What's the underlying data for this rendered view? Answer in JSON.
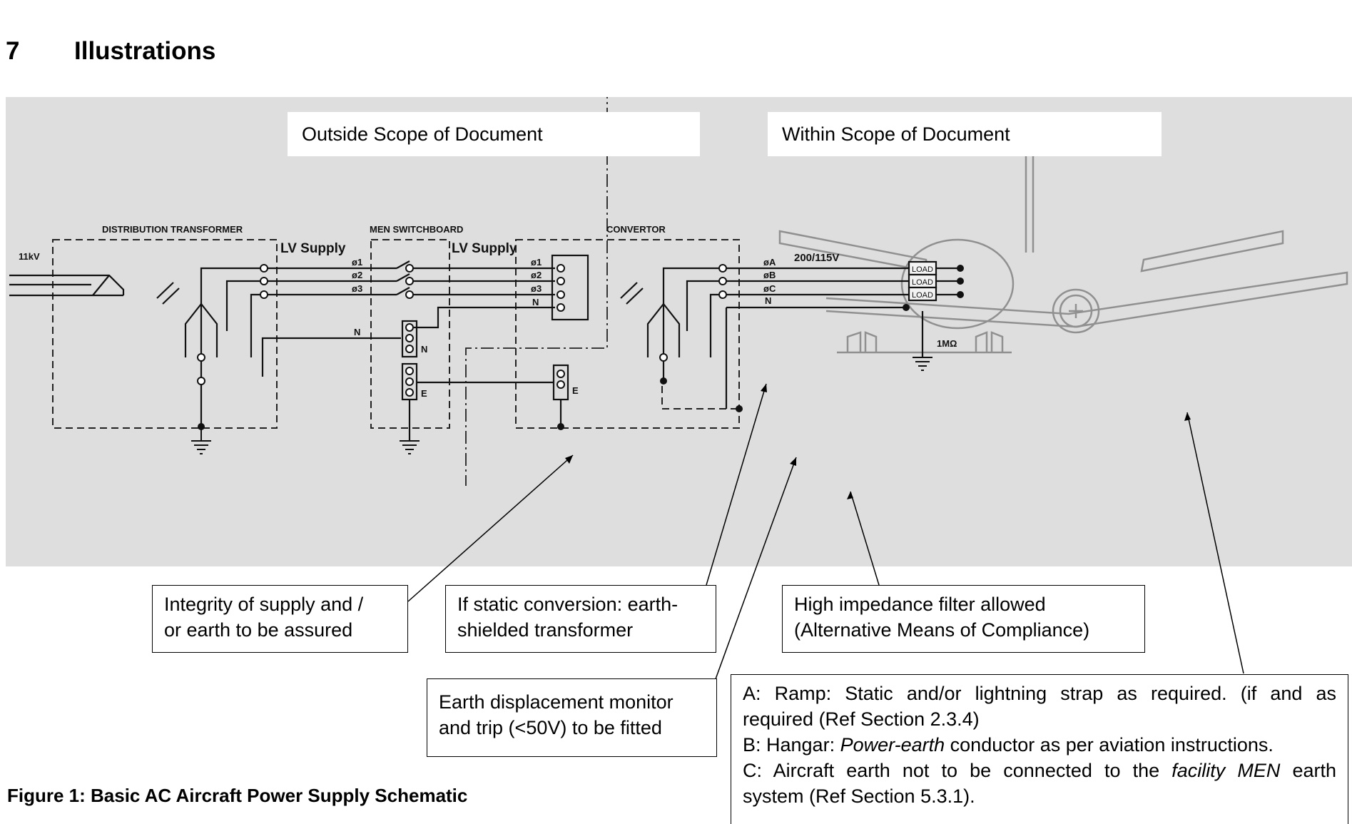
{
  "heading": {
    "number": "7",
    "title": "Illustrations"
  },
  "scope": {
    "outside": "Outside Scope of Document",
    "within": "Within Scope of Document"
  },
  "schematic": {
    "distribution_transformer": "DISTRIBUTION TRANSFORMER",
    "men_switchboard": "MEN SWITCHBOARD",
    "convertor": "CONVERTOR",
    "input_voltage": "11kV",
    "lv_supply_1": "LV Supply",
    "lv_supply_2": "LV Supply",
    "output_voltage": "200/115V",
    "phases_in": [
      "ø1",
      "ø2",
      "ø3"
    ],
    "phases_conv": [
      "ø1",
      "ø2",
      "ø3",
      "N"
    ],
    "phases_out": [
      "øA",
      "øB",
      "øC",
      "N"
    ],
    "neutral": "N",
    "men_neutral": "N",
    "men_earth": "E",
    "conv_earth": "E",
    "load": "LOAD",
    "resistance": "1MΩ"
  },
  "callouts": {
    "integrity": [
      "Integrity of supply and /",
      "or earth to be assured"
    ],
    "static_conversion": [
      "If static conversion: earth-",
      "shielded transformer"
    ],
    "filter": [
      "High impedance filter allowed",
      "(Alternative Means of Compliance)"
    ],
    "monitor": [
      "Earth displacement monitor",
      "and trip (<50V) to be fitted"
    ]
  },
  "notes": {
    "a1": "A: Ramp: Static and/or lightning strap as required. (if and as",
    "a2": "required (Ref Section 2.3.4)",
    "b_prefix": "B: Hangar: ",
    "b_italic": "Power-earth",
    "b_suffix": " conductor as per aviation instructions.",
    "c_prefix": "C: Aircraft earth not to be connected to the ",
    "c_italic": "facility MEN",
    "c_suffix": " earth",
    "c2": "system (Ref Section 5.3.1)."
  },
  "caption": "Figure 1: Basic AC Aircraft Power Supply Schematic"
}
